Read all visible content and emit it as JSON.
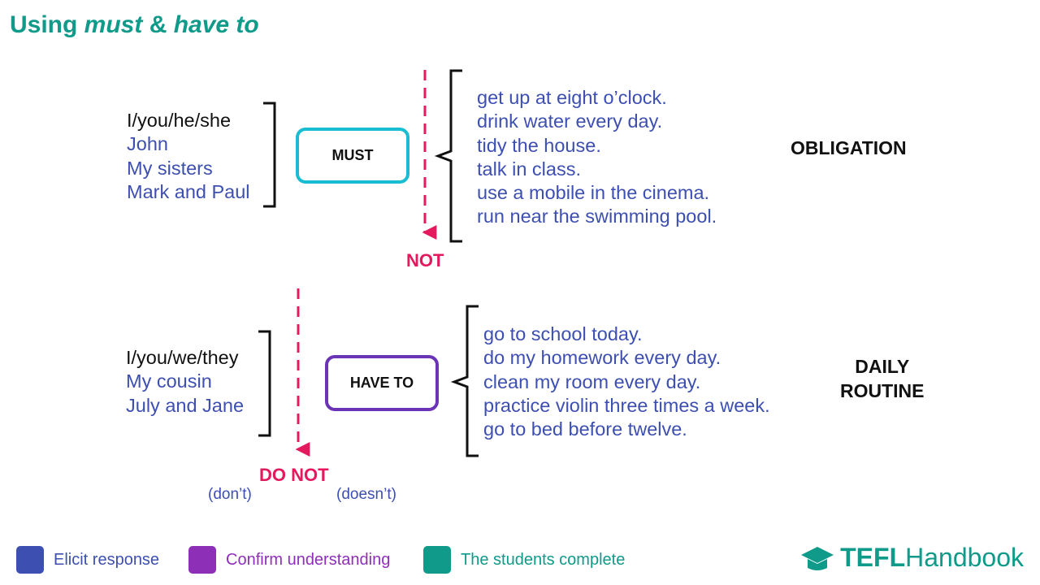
{
  "title": {
    "prefix": "Using ",
    "must": "must",
    "amp": " & ",
    "have_to": "have to"
  },
  "colors": {
    "teal": "#0f9a8a",
    "blue": "#3d4fb0",
    "purple": "#8e2fb8",
    "cyan": "#19bcd0",
    "pink": "#e5195d",
    "box_purple": "#6b34b6"
  },
  "must_section": {
    "subjects": [
      "I/you/he/she",
      "John",
      "My sisters",
      "Mark and Paul"
    ],
    "box_label": "MUST",
    "negation": "NOT",
    "completions": [
      "get up at eight o’clock.",
      "drink water every day.",
      "tidy the house.",
      "talk in class.",
      "use a mobile in the cinema.",
      "run near the swimming pool."
    ],
    "category": "OBLIGATION"
  },
  "have_to_section": {
    "subjects": [
      "I/you/we/they",
      "My cousin",
      "July and Jane"
    ],
    "box_label": "HAVE TO",
    "negation": "DO NOT",
    "contraction_dont": "(don’t)",
    "contraction_doesnt": "(doesn’t)",
    "completions": [
      "go to school today.",
      "do my homework every day.",
      "clean my room every day.",
      "practice violin three times a week.",
      "go to bed before twelve."
    ],
    "category_line1": "DAILY",
    "category_line2": "ROUTINE"
  },
  "legend": [
    {
      "label": "Elicit response",
      "color": "#3d4fb0"
    },
    {
      "label": "Confirm understanding",
      "color": "#8e2fb8"
    },
    {
      "label": "The students complete",
      "color": "#0f9a8a"
    }
  ],
  "logo": {
    "bold": "TEFL",
    "regular": "Handbook",
    "icon": "graduation-cap-icon"
  }
}
